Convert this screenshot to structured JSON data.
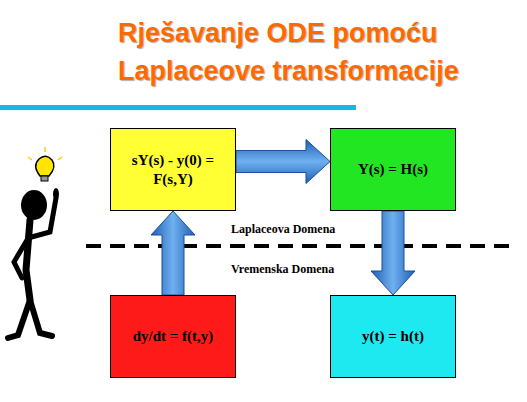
{
  "diagram": {
    "title": "Rješavanje ODE pomoću Laplaceove transformacije",
    "nodes": [
      {
        "text": [
          "sY(s) - y(0) = F(s,Y)"
        ]
      },
      {
        "text": [
          "Y(s) = H(s)"
        ]
      },
      {
        "text": [
          "dy/dt = f(t,y)"
        ]
      },
      {
        "text": [
          "y(t) = h(t)"
        ]
      }
    ],
    "edges": [
      {
        "from": 2,
        "to": 0,
        "arrow": "to"
      },
      {
        "from": 0,
        "to": 1,
        "arrow": "to"
      },
      {
        "from": 1,
        "to": 3,
        "arrow": "to"
      }
    ],
    "labels": [
      "Laplaceova Domena",
      "Vremenska Domena"
    ]
  }
}
